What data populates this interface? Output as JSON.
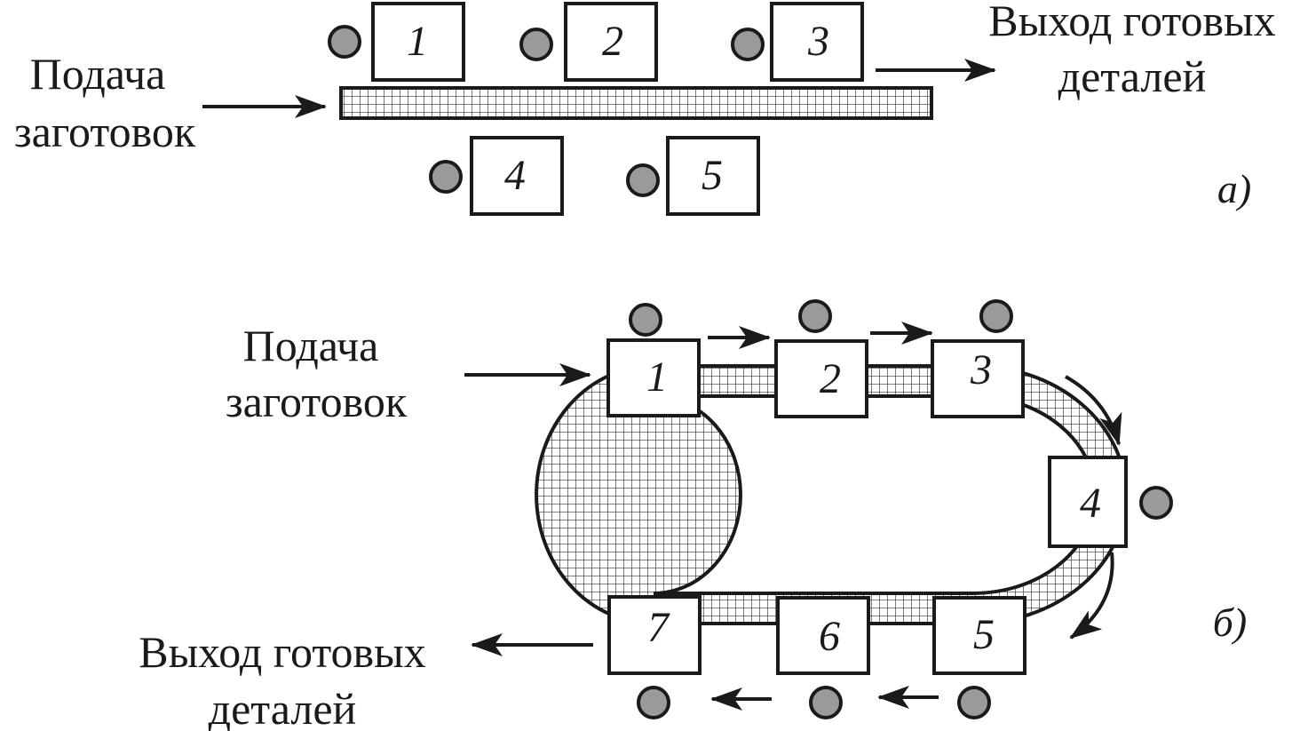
{
  "diagram_a": {
    "input_label": [
      "Подача",
      "заготовок"
    ],
    "output_label": [
      "Выход готовых",
      "деталей"
    ],
    "panel_label": "а)",
    "stations": [
      "1",
      "2",
      "3",
      "4",
      "5"
    ]
  },
  "diagram_b": {
    "input_label": [
      "Подача",
      "заготовок"
    ],
    "output_label": [
      "Выход готовых",
      "деталей"
    ],
    "panel_label": "б)",
    "stations": [
      "1",
      "2",
      "3",
      "4",
      "5",
      "6",
      "7"
    ]
  }
}
